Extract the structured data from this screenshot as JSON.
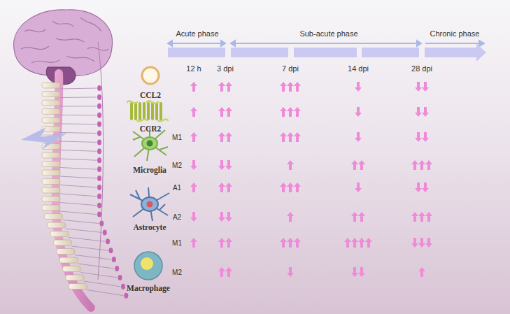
{
  "diagram": {
    "labels": [
      "Acute phase",
      "Sub-acute phase",
      "Chronic phase",
      "12 h",
      "3 dpi",
      "7 dpi",
      "14 dpi",
      "28 dpi",
      "CCL2",
      "CCR2",
      "M1",
      "Microglia",
      "M2",
      "A1",
      "Astrocyte",
      "A2",
      "M1",
      "Macrophage",
      "M2"
    ]
  }
}
